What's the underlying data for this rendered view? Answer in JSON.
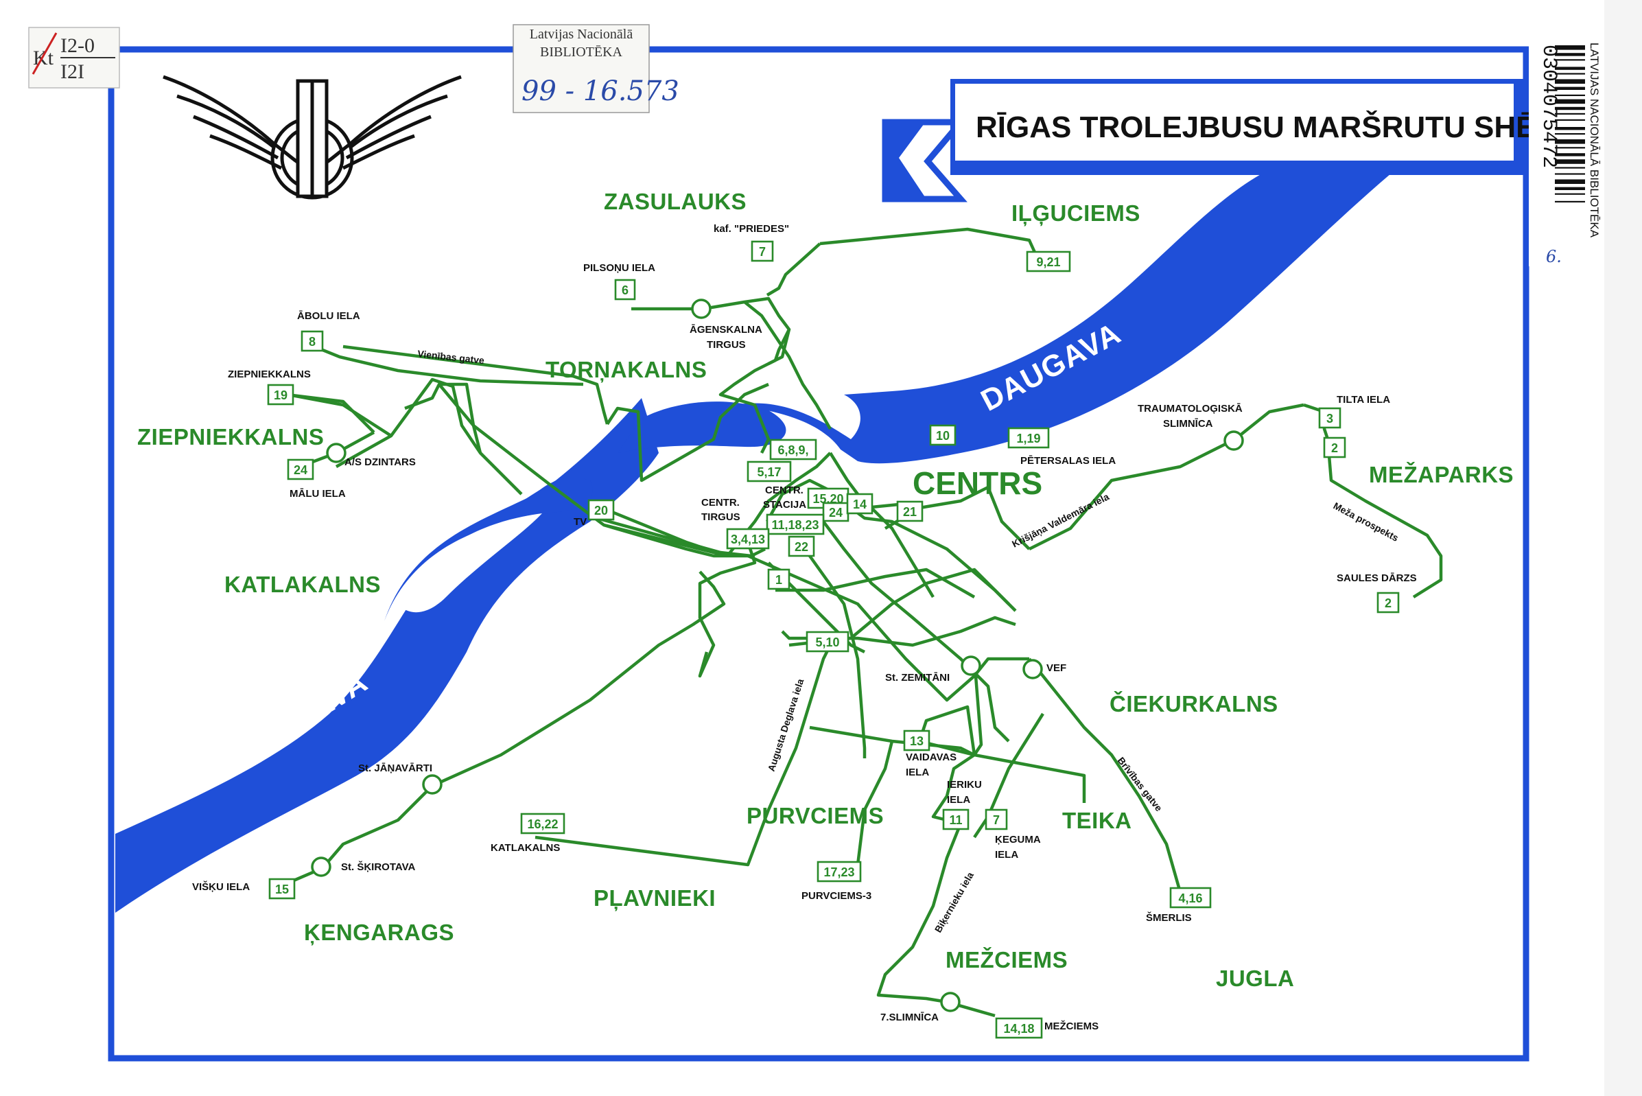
{
  "title": "RĪGAS TROLEJBUSU MARŠRUTU SHĒMA",
  "library_stamp": {
    "line1": "Latvijas Nacionālā",
    "line2": "BIBLIOTĒKA",
    "call_number": "99 - 16.573"
  },
  "shelf_mark": {
    "prefix": "Kt",
    "top": "I2-0",
    "bottom": "I2I"
  },
  "barcode": {
    "digits": "0304075472",
    "library_name": "LATVIJAS NACIONĀLĀ BIBLIOTĒKA"
  },
  "pencil_mark": "6.",
  "rivers": [
    "DAUGAVA",
    "DAUGAVA"
  ],
  "districts": {
    "zasulauks": "ZASULAUKS",
    "ilguciems": "IĻĢUCIEMS",
    "tornakalns": "TORŅAKALNS",
    "ziepniekkalns": "ZIEPNIEKKALNS",
    "katlakalns": "KATLAKALNS",
    "centrs": "CENTRS",
    "mezaparks": "MEŽAPARKS",
    "ciekurkalns": "ČIEKURKALNS",
    "purvciems": "PURVCIEMS",
    "teika": "TEIKA",
    "plavnieki": "PĻAVNIEKI",
    "kengarags": "ĶENGARAGS",
    "mezciems": "MEŽCIEMS",
    "jugla": "JUGLA"
  },
  "stops": {
    "priedes": "kaf. \"PRIEDES\"",
    "pilsonu": "PILSOŅU IELA",
    "agenskalna1": "ĀGENSKALNA",
    "agenskalna2": "TIRGUS",
    "abolu": "ĀBOLU IELA",
    "ziepniekkalns": "ZIEPNIEKKALNS",
    "dzintars": "A/S DZINTARS",
    "malu": "MĀLU IELA",
    "tv": "TV",
    "centr_tirgus1": "CENTR.",
    "centr_tirgus2": "TIRGUS",
    "centr_stacija1": "CENTR.",
    "centr_stacija2": "STACIJA",
    "traumatologiska1": "TRAUMATOLOĢISKĀ",
    "traumatologiska2": "SLIMNĪCA",
    "tilta": "TILTA IELA",
    "petersalas": "PĒTERSALAS IELA",
    "saules": "SAULES DĀRZS",
    "zemitani": "St. ZEMITĀNI",
    "vef": "VEF",
    "vaidavas1": "VAIDAVAS",
    "vaidavas2": "IELA",
    "ieriku1": "IERIKU",
    "ieriku2": "IELA",
    "keguma1": "ĶEGUMA",
    "keguma2": "IELA",
    "janavarti": "St. JĀŅAVĀRTI",
    "skirotava": "St. ŠĶIROTAVA",
    "visku": "VIŠĶU IELA",
    "katlakalns": "KATLAKALNS",
    "purvciems3": "PURVCIEMS-3",
    "smerlis": "ŠMERLIS",
    "slimnica7": "7.SLIMNĪCA",
    "mezciems": "MEŽCIEMS"
  },
  "streets": {
    "vienibas": "Vienības gatve",
    "valdemara": "Krišjāņa Valdemāra iela",
    "meza": "Meža prospekts",
    "deglava": "Augusta Deglava iela",
    "brivibas": "Brīvības gatve",
    "biekernieku": "Biķernieku iela"
  },
  "routes": {
    "r7": "7",
    "r9_21": "9,21",
    "r6": "6",
    "r8": "8",
    "r19": "19",
    "r24": "24",
    "r20": "20",
    "r6_8_9": "6,8,9,",
    "r5_17": "5,17",
    "r10": "10",
    "r1_19": "1,19",
    "r15_20": "15,20",
    "r24b": "24",
    "r14": "14",
    "r21": "21",
    "r11_18_23": "11,18,23",
    "r3_4_13": "3,4,13",
    "r22": "22",
    "r1": "1",
    "r5_10": "5,10",
    "r3": "3",
    "r2a": "2",
    "r2b": "2",
    "r13": "13",
    "r11": "11",
    "r7b": "7",
    "r16_22": "16,22",
    "r17_23": "17,23",
    "r15": "15",
    "r4_16": "4,16",
    "r14_18": "14,18"
  },
  "colors": {
    "border_blue": "#1f4fd8",
    "river_blue": "#1f4fd8",
    "line_green": "#2a8a2a",
    "label_green": "#2a8a2a"
  }
}
